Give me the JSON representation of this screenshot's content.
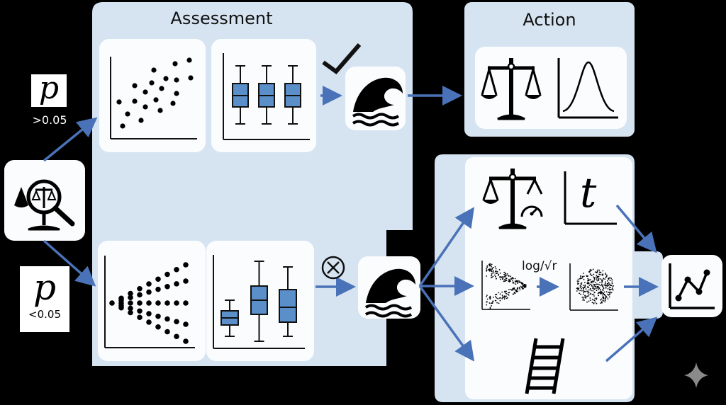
{
  "panels": {
    "assessment_title": "Assessment",
    "action_title": "Action"
  },
  "decision": {
    "p_symbol": "p",
    "upper_condition": ">0.05",
    "lower_condition": "<0.05",
    "start_icon": "scales-magnifier-icon"
  },
  "assessment": {
    "top_row": {
      "scatter": "scatter-linear-icon",
      "boxplot": "boxplot-equal-variance-icon",
      "result_mark": "check-icon",
      "result_icon": "wave-icon"
    },
    "bottom_row": {
      "scatter": "scatter-fan-icon",
      "boxplot": "boxplot-unequal-variance-icon",
      "result_mark": "circled-x-icon",
      "result_icon": "wave-icon"
    }
  },
  "action": {
    "items": [
      "scales-icon",
      "normal-curve-icon"
    ]
  },
  "remedies": {
    "welch_items": [
      "scales-gauge-icon",
      "t-distribution-icon"
    ],
    "t_symbol": "t",
    "transform_label": "log/√r",
    "transform_items": [
      "scatter-funnel-icon",
      "scatter-cloud-icon"
    ],
    "ladder": "ladder-icon"
  },
  "output": {
    "icon": "line-chart-icon"
  },
  "watermark": "sparkle-icon",
  "colors": {
    "panel": "#d6e4f2",
    "card": "#fbfcfd",
    "arrow": "#4a72b8",
    "box_fill": "#5b8fc9",
    "ink": "#111111"
  }
}
